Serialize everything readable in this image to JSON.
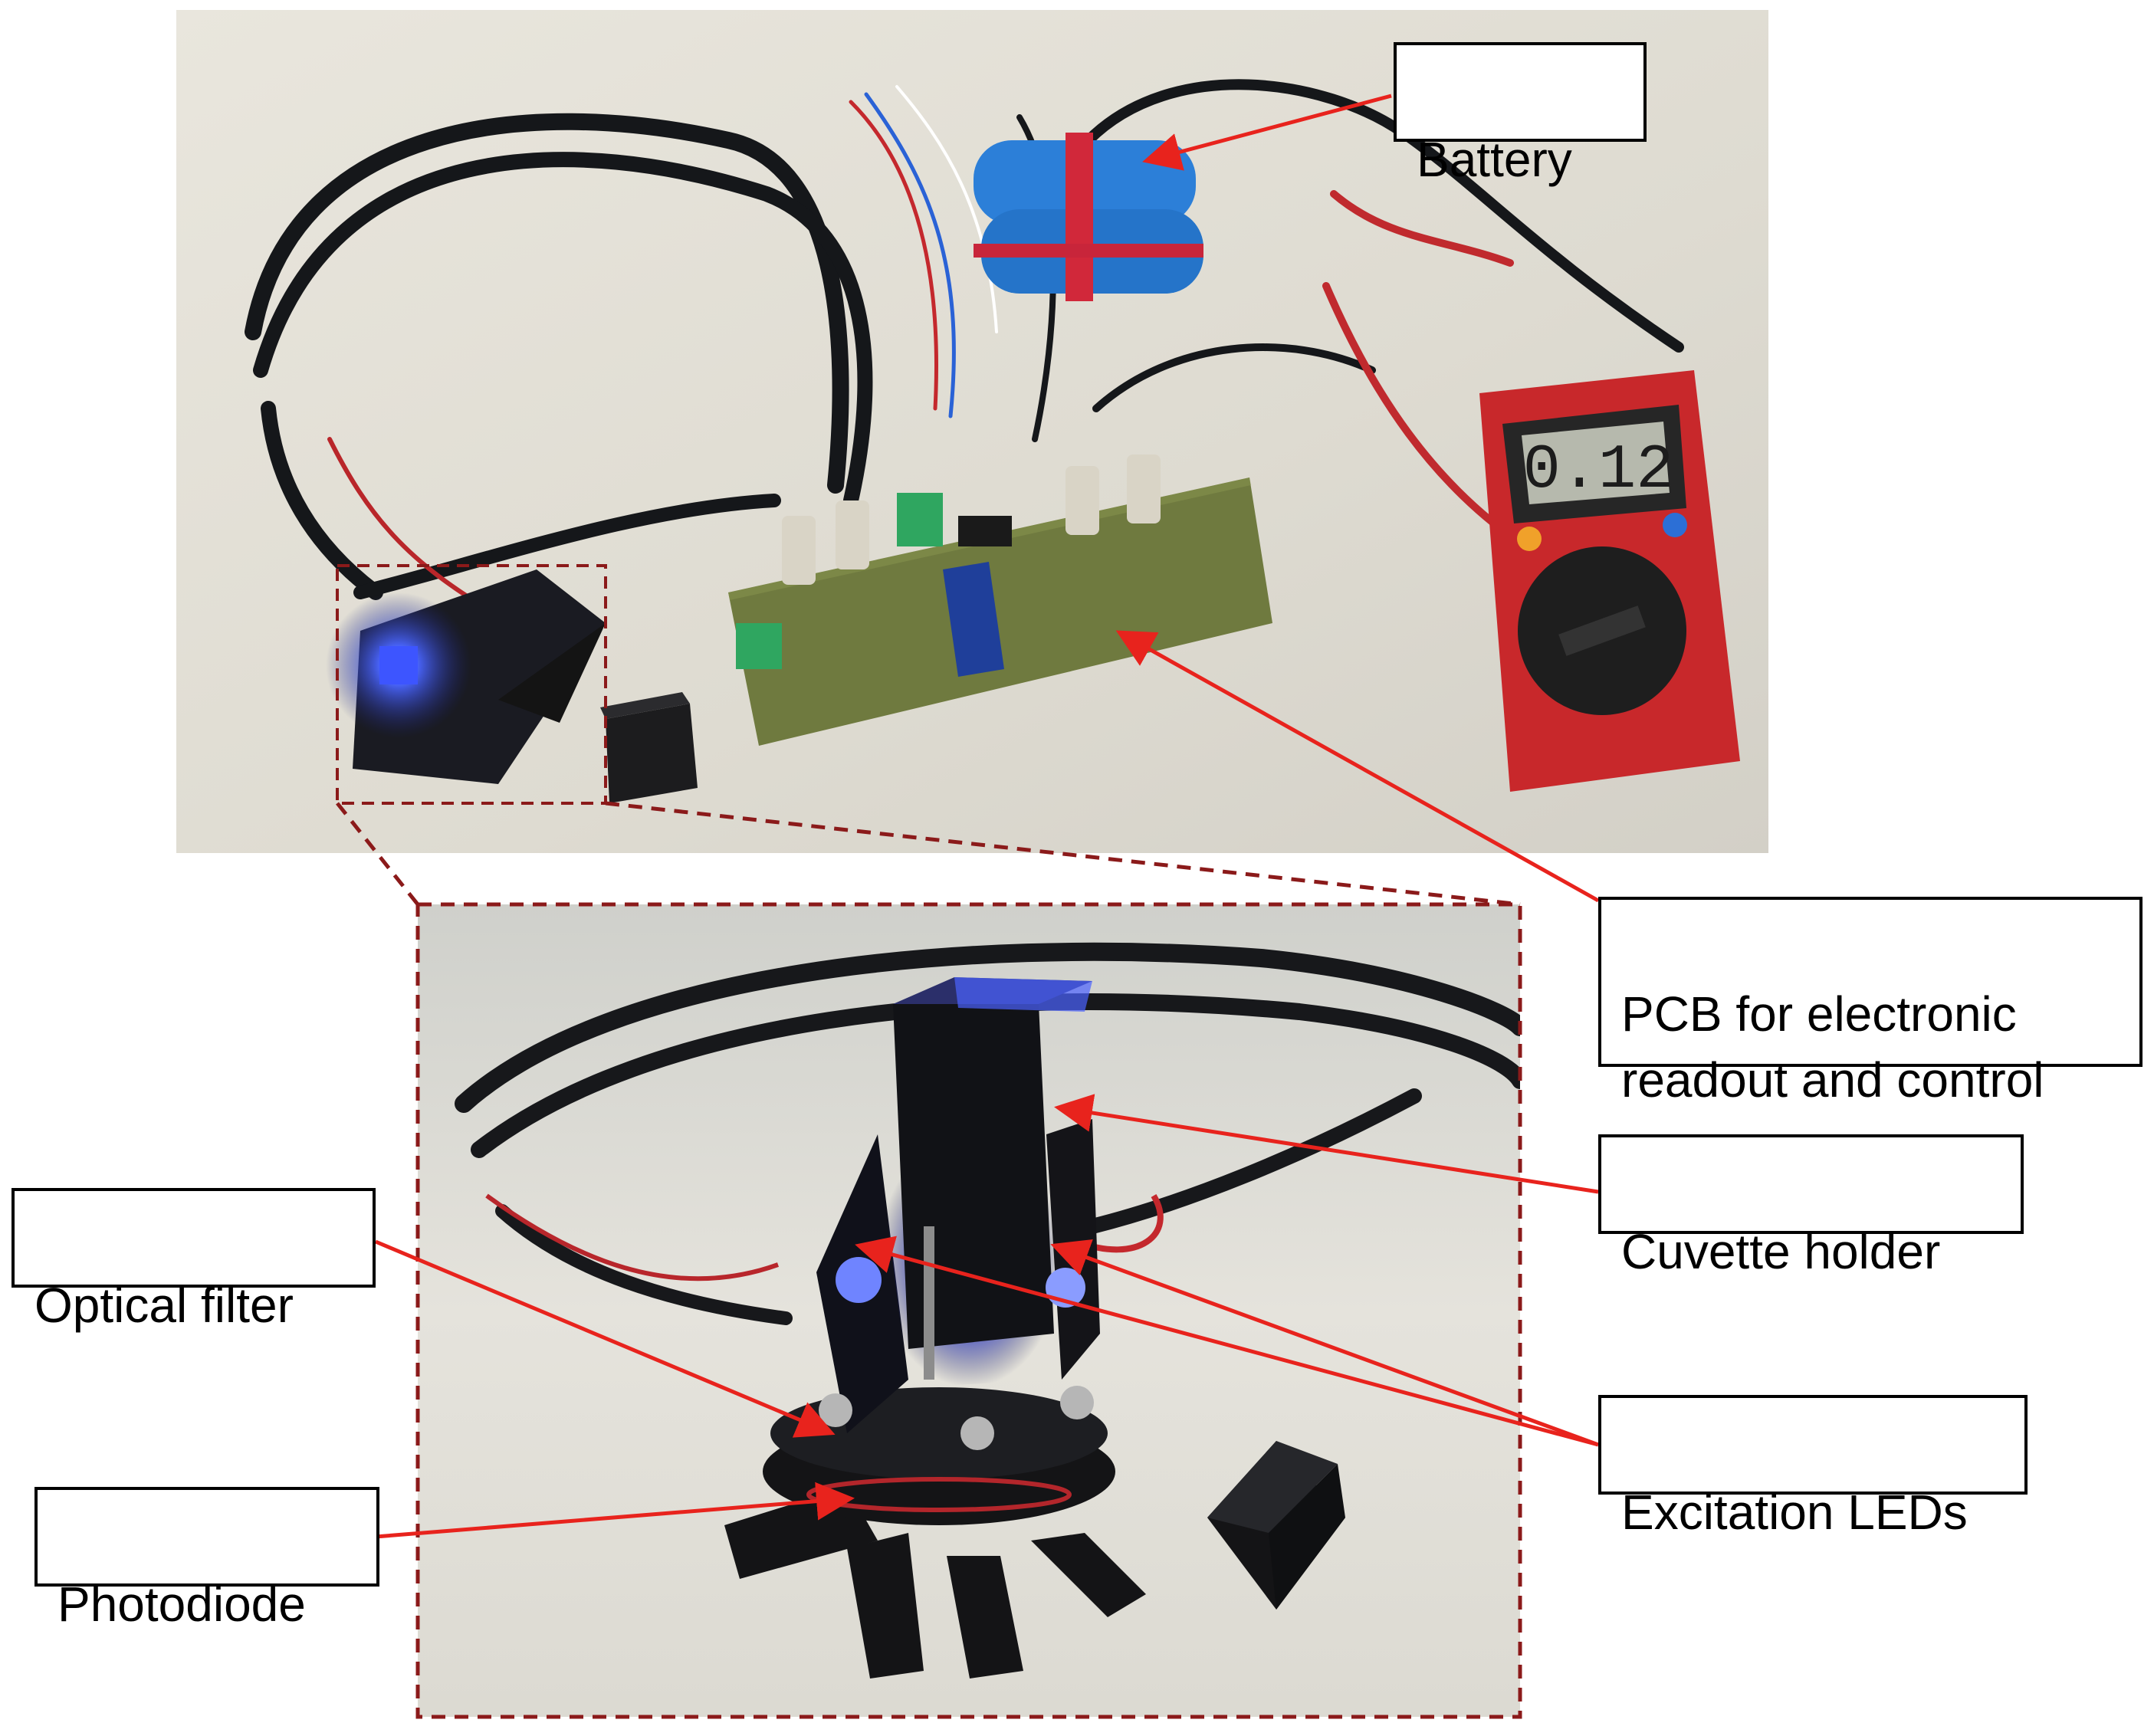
{
  "figure": {
    "callouts": {
      "battery": "Battery",
      "pcb": "PCB for electronic\nreadout and control",
      "cuvette_holder": "Cuvette holder",
      "optical_filter": "Optical filter",
      "excitation_leds": "Excitation LEDs",
      "photodiode": "Photodiode"
    },
    "multimeter_display": "0.12",
    "colors": {
      "leader_arrow": "#e8231d",
      "zoom_box": "#8b1a1a",
      "led_glow": "#2a3cff",
      "pcb_green": "#6f7a3f",
      "battery_blue": "#2c7fd8",
      "multimeter_red": "#c8282b"
    }
  }
}
